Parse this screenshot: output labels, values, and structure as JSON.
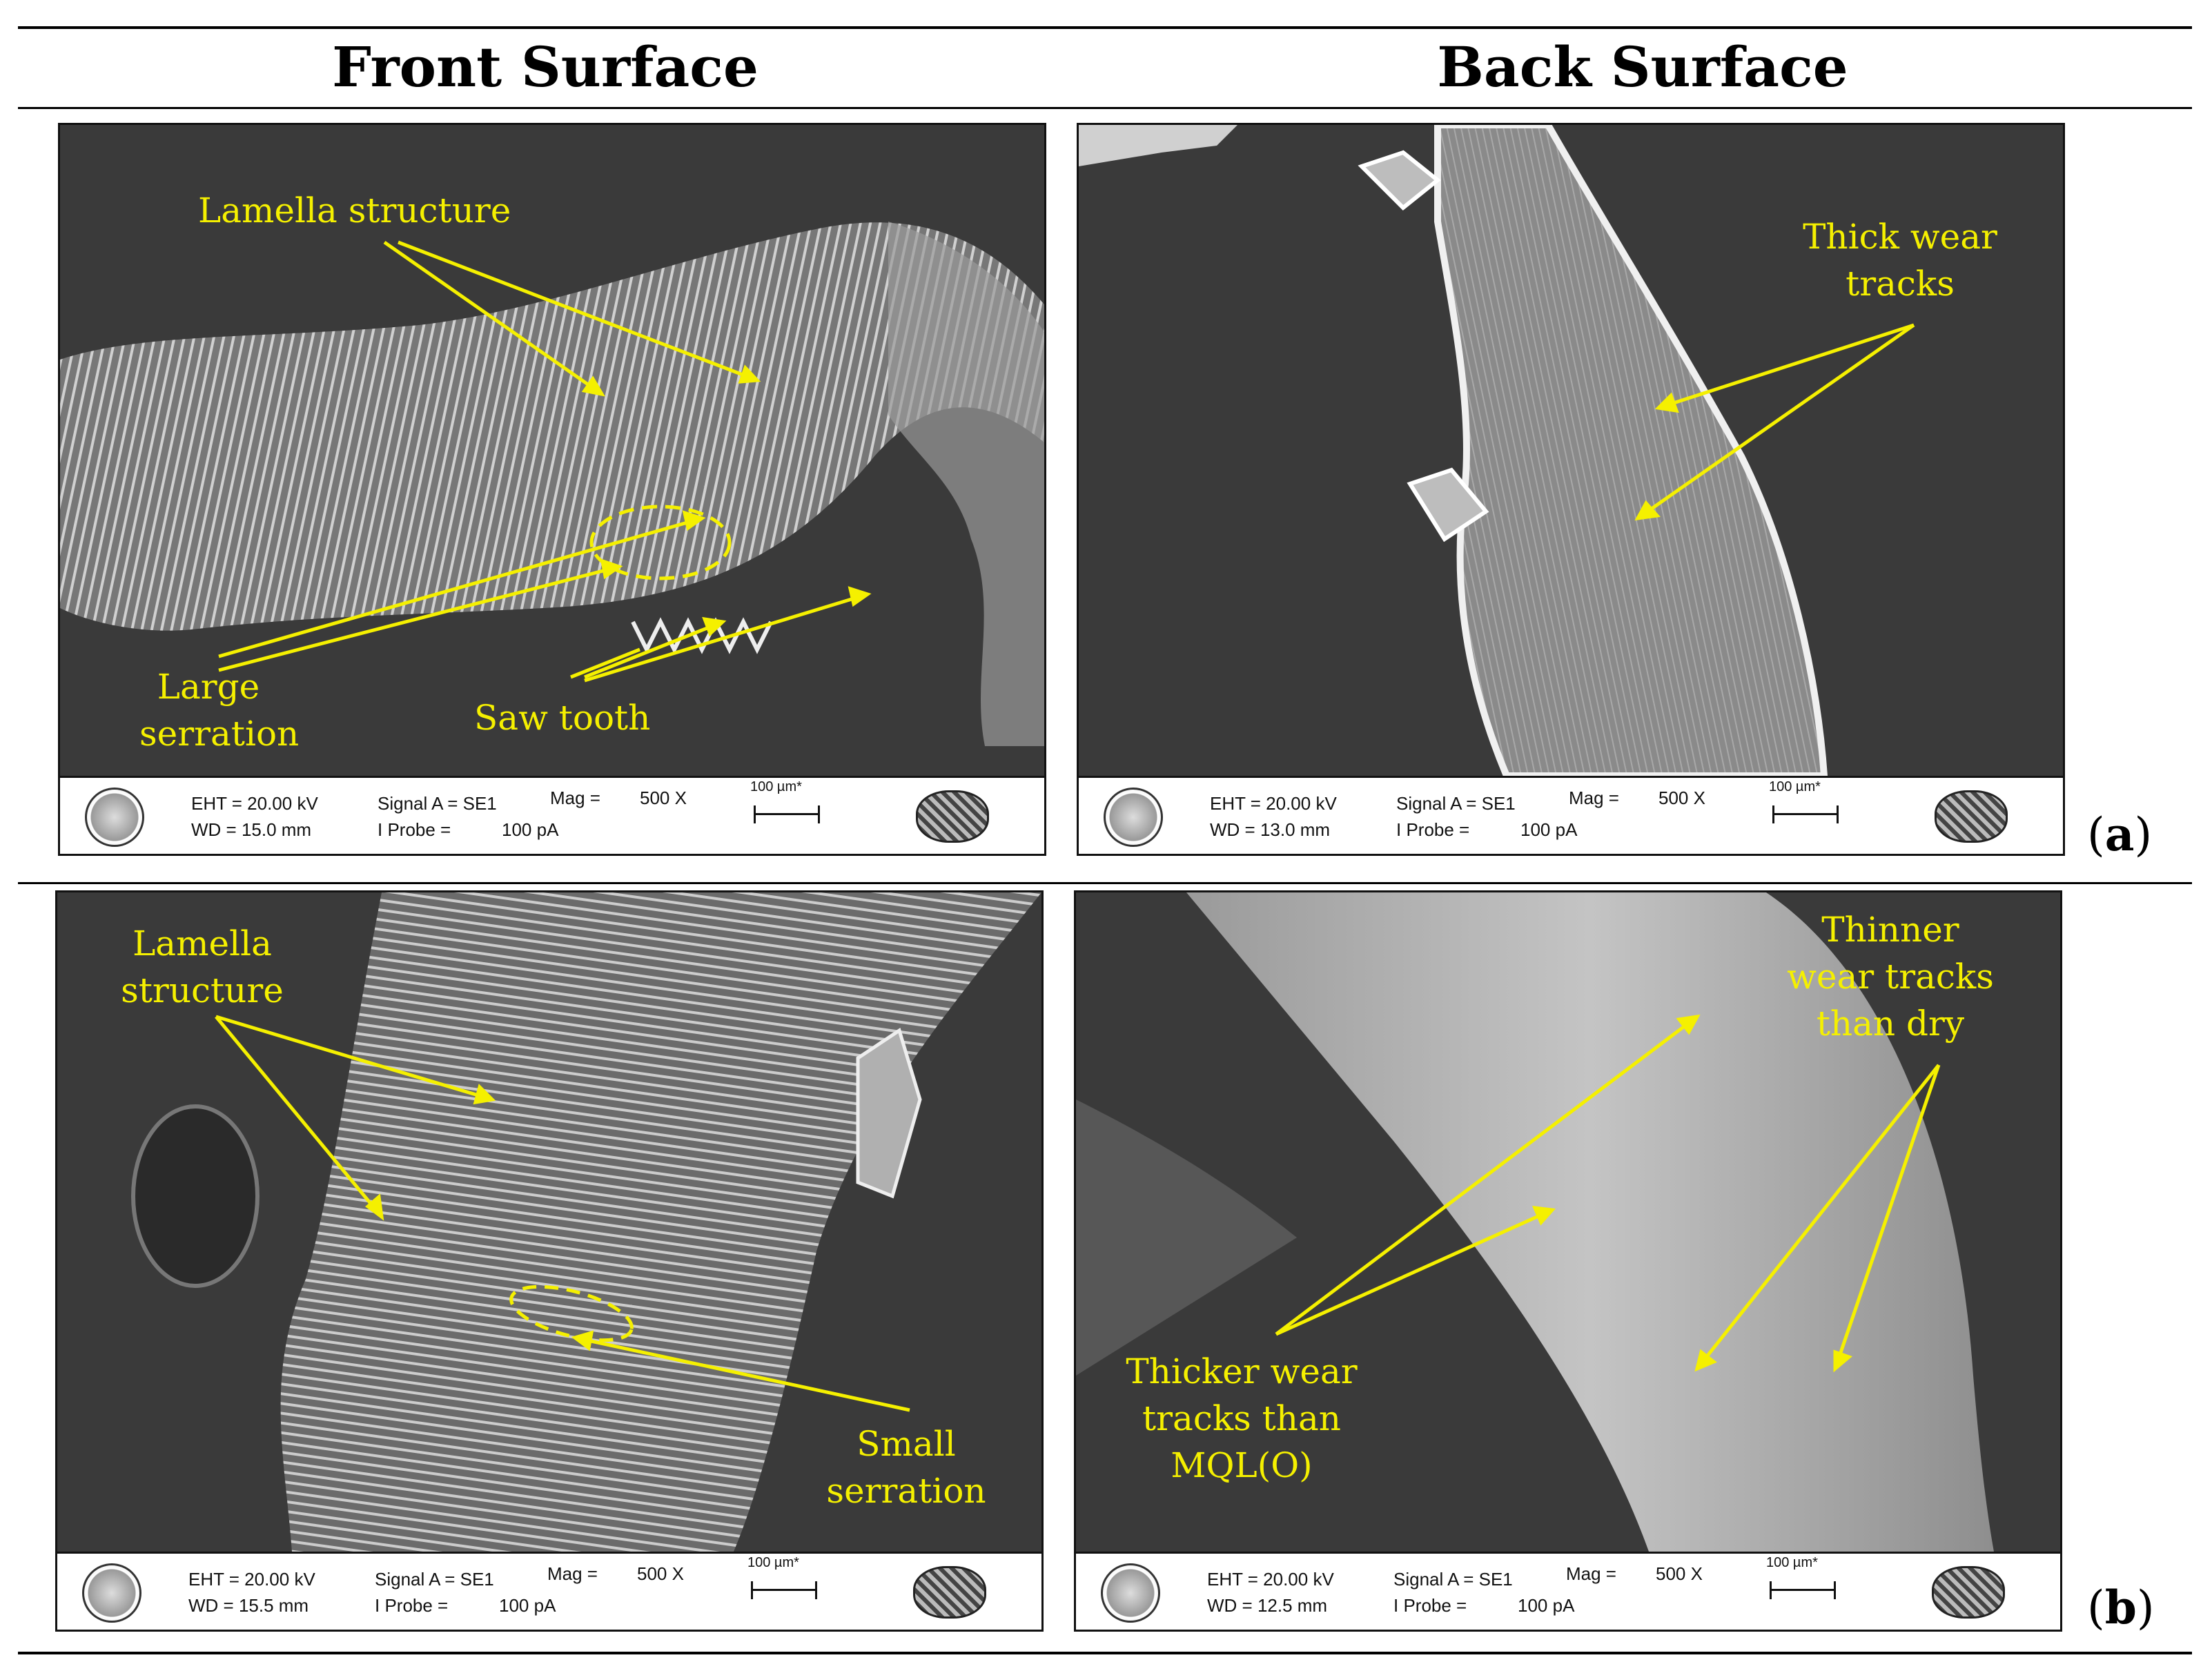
{
  "header": {
    "front_title": "Front Surface",
    "back_title": "Back Surface"
  },
  "rows": [
    {
      "label_open": "(",
      "label_letter": "a",
      "label_close": ")",
      "front": {
        "annotations": {
          "lamella": "Lamella structure",
          "large_1": "Large",
          "large_2": "serration",
          "saw": "Saw tooth"
        },
        "info": {
          "eht": "EHT = 20.00 kV",
          "wd": "WD = 15.0 mm",
          "signal": "Signal A = SE1",
          "probe": "I Probe =",
          "probe_val": "100 pA",
          "mag": "Mag =",
          "mag_val": "500 X",
          "scale": "100 µm*"
        }
      },
      "back": {
        "annotations": {
          "thick_1": "Thick wear",
          "thick_2": "tracks"
        },
        "info": {
          "eht": "EHT = 20.00 kV",
          "wd": "WD = 13.0 mm",
          "signal": "Signal A = SE1",
          "probe": "I Probe =",
          "probe_val": "100 pA",
          "mag": "Mag =",
          "mag_val": "500 X",
          "scale": "100 µm*"
        }
      }
    },
    {
      "label_open": "(",
      "label_letter": "b",
      "label_close": ")",
      "front": {
        "annotations": {
          "lamella_1": "Lamella",
          "lamella_2": "structure",
          "small_1": "Small",
          "small_2": "serration"
        },
        "info": {
          "eht": "EHT = 20.00 kV",
          "wd": "WD = 15.5 mm",
          "signal": "Signal A = SE1",
          "probe": "I Probe =",
          "probe_val": "100 pA",
          "mag": "Mag =",
          "mag_val": "500 X",
          "scale": "100 µm*"
        }
      },
      "back": {
        "annotations": {
          "thinner_1": "Thinner",
          "thinner_2": "wear tracks",
          "thinner_3": "than dry",
          "thicker_1": "Thicker wear",
          "thicker_2": "tracks than",
          "thicker_3": "MQL(O)"
        },
        "info": {
          "eht": "EHT = 20.00 kV",
          "wd": "WD = 12.5 mm",
          "signal": "Signal A = SE1",
          "probe": "I Probe =",
          "probe_val": "100 pA",
          "mag": "Mag =",
          "mag_val": "500 X",
          "scale": "100 µm*"
        }
      }
    }
  ],
  "colors": {
    "annotation": "#f5f000",
    "sem_background": "#3a3a3a"
  }
}
